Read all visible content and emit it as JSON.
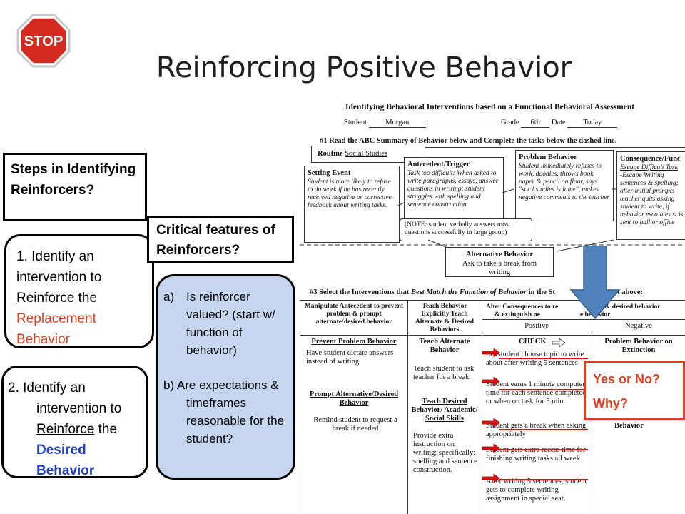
{
  "slide": {
    "title": "Reinforcing Positive Behavior",
    "stop_sign_text": "STOP"
  },
  "steps_box": {
    "label": "Steps in Identifying Reinforcers?"
  },
  "critical_box": {
    "label": "Critical features of Reinforcers?"
  },
  "step1": {
    "prefix": "1. Identify an intervention to ",
    "reinforce": "Reinforce",
    "mid": " the ",
    "target": "Replacement Behavior"
  },
  "step2": {
    "prefix": "2. Identify an intervention to ",
    "reinforce": "Reinforce",
    "mid": " the ",
    "target": "Desired Behavior"
  },
  "features": {
    "a_marker": "a)",
    "a_text": "Is reinforcer valued? (start w/ function of behavior)",
    "b_text": "b) Are expectations & timeframes reasonable for the student?"
  },
  "callout": {
    "line1": "Yes or No?",
    "line2": "Why?"
  },
  "worksheet": {
    "heading": "Identifying Behavioral Interventions based on a Functional Behavioral Assessment",
    "student_label": "Student",
    "student_value": "Morgan",
    "grade_label": "Grade",
    "grade_value": "6th",
    "date_label": "Date",
    "date_value": "Today",
    "section1": "#1 Read the ABC Summary of Behavior below and Complete the tasks below the dashed line.",
    "routine_label": "Routine",
    "routine_value": "Social Studies",
    "setting_title": "Setting Event",
    "setting_text": "Student is more likely to refuse to do work if he has recently received negative or corrective feedback about writing tasks.",
    "antecedent_title": "Antecedent/Trigger",
    "antecedent_sub": "Task too difficult:",
    "antecedent_text": "When asked to write paragraphs, essays, answer questions in writing; student struggles with spelling and sentence construction",
    "problem_title": "Problem Behavior",
    "problem_text": "Student immediately refuses to work, doodles, throws book paper & pencil on floor, says \"soc'l studies is lame\", makes negative comments to the teacher",
    "consequence_title": "Consequence/Func",
    "consequence_sub": "Escape Difficult Task",
    "consequence_text": "-Escape Writing sentences & spelling; after initial prompts teacher quits asking student to write, if behavior escalates st is sent to hall or office",
    "note_text": "(NOTE: student verbally answers most questions successfully in large group)",
    "alt_title": "Alternative Behavior",
    "alt_text": "Ask to take a break from writing",
    "section3_a": "#3 Select the Interventions that",
    "section3_b": "Best Match the Function of Behavior",
    "section3_c": "in the St",
    "section3_d": "Statement above:",
    "col1": "Manipulate Antecedent to prevent problem & prompt alternate/desired behavior",
    "col2": "Teach Behavior Explicitly Teach Alternate & Desired Behaviors",
    "col3": "Alter Consequences to re",
    "col3b": "& extinguish ne",
    "col3c": "e behavior",
    "col4": "ate & desired behavior",
    "positive": "Positive",
    "negative": "Negative",
    "prevent_title": "Prevent Problem Behavior",
    "prevent_text": "Have student dictate answers instead of writing",
    "prompt_title": "Prompt Alternative/Desired Behavior",
    "prompt_text": "Remind student to request a break if needed",
    "teach_alt_title": "Teach Alternate Behavior",
    "teach_alt_text": "Teach student to ask teacher for a break",
    "teach_des_title": "Teach Desired Behavior/ Academic/ Social Skills",
    "teach_des_text": "Provide extra instruction on writing; specifically: spelling and sentence construction.",
    "check": "CHECK",
    "pos1": "Let student choose topic to write about after writing 5 sentences",
    "pos2": "Student earns 1 minute computer time for each sentence completed or when on task for 5 min.",
    "pos3": "Student gets a break when asking appropriately",
    "pos4": "Student gets extra recess time for finishing writing tasks all week",
    "pos5": "After writing 5 sentences, student gets to complete writing assignment in special seat",
    "neg_title": "Problem Behavior on Extinction",
    "neg_partial": "Behavior"
  }
}
